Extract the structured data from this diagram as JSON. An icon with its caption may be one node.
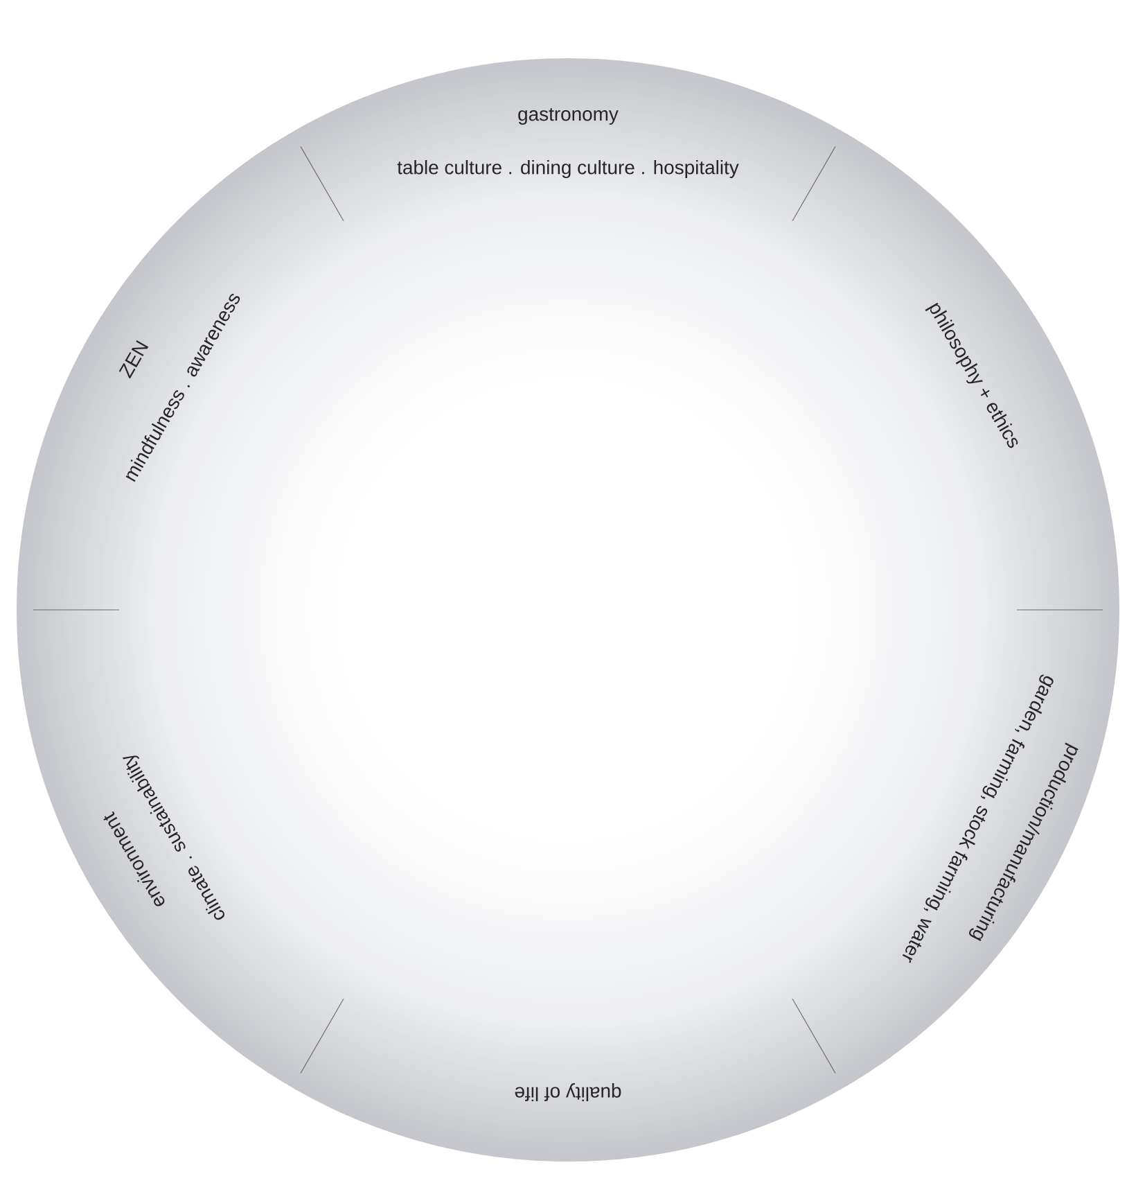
{
  "diagram": {
    "labels": [
      "gastronomy",
      "table culture . dining culture . hospitality",
      "philosophy + ethics",
      "production/manufacturing",
      "garden, farming, stock farming, water",
      "quality of life",
      "environment",
      "climate . sustainability",
      "ZEN",
      "mindfulness . awareness"
    ]
  }
}
